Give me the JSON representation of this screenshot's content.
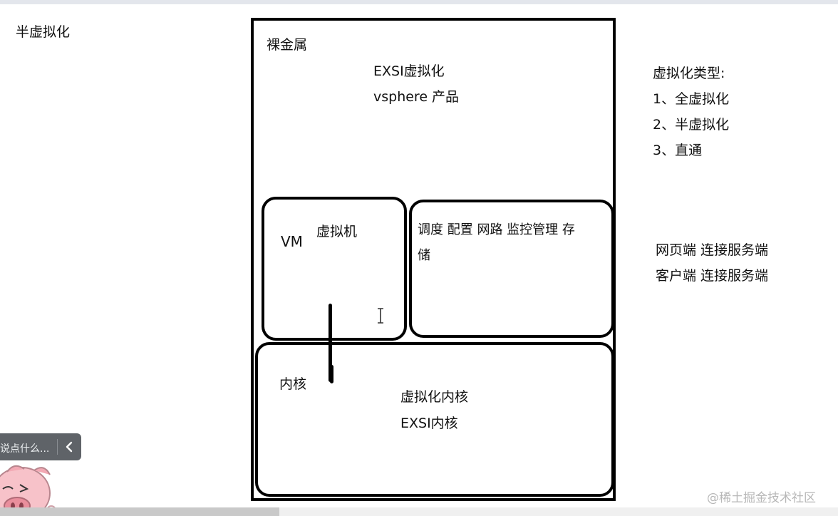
{
  "page_heading": "半虚拟化",
  "bare_metal": {
    "label": "裸金属",
    "line1": "EXSI虚拟化",
    "line2": "vsphere 产品"
  },
  "vm_box": {
    "label": "VM",
    "sublabel": "虚拟机"
  },
  "services_box": {
    "line1": "调度  配置  网路 监控管理 存",
    "line2": "储"
  },
  "kernel_box": {
    "label": "内核",
    "line1": "虚拟化内核",
    "line2": "EXSI内核"
  },
  "virt_types": {
    "title": "虚拟化类型:",
    "items": [
      "1、全虚拟化",
      "2、半虚拟化",
      "3、直通"
    ]
  },
  "connections": [
    "网页端  连接服务端",
    "客户端  连接服务端"
  ],
  "comment": {
    "placeholder": "说点什么..."
  },
  "watermark": "@稀土掘金技术社区"
}
